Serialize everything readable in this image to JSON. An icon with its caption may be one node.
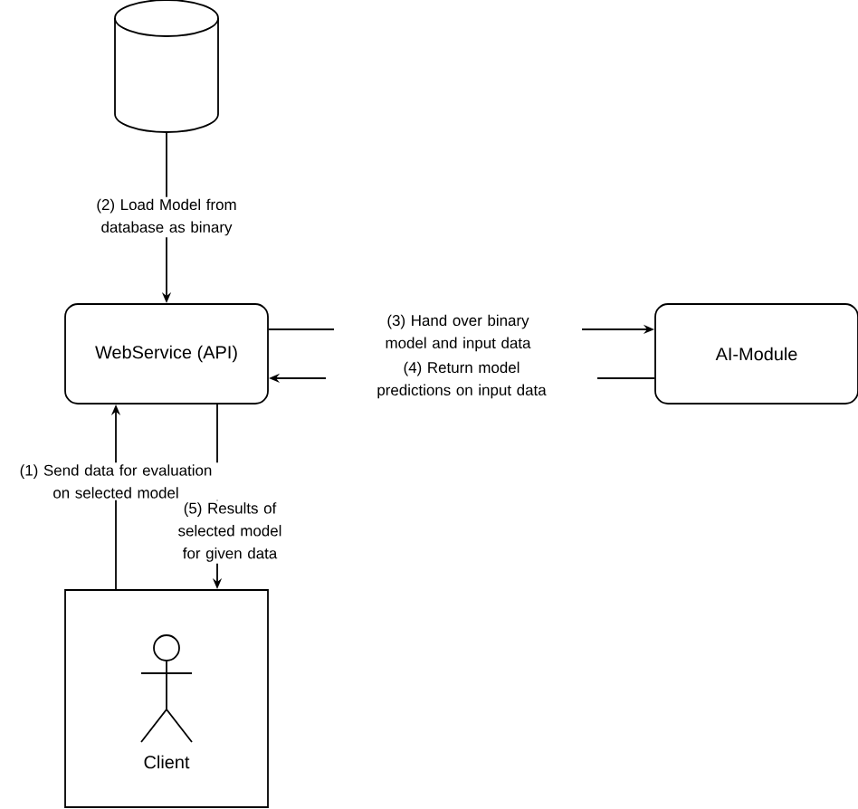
{
  "diagram": {
    "nodes": [
      {
        "text": [],
        "shape": "cylinder"
      },
      {
        "text": [
          "WebService (API)"
        ]
      },
      {
        "text": [
          "AI-Module"
        ]
      },
      {
        "text": [
          "Client"
        ]
      }
    ],
    "edges": [
      {
        "from": 0,
        "to": 1,
        "arrow": "to",
        "label": "(2) Load Model from database as binary"
      },
      {
        "from": 1,
        "to": 2,
        "arrow": "to",
        "label": "(3) Hand over binary model and input data"
      },
      {
        "from": 2,
        "to": 1,
        "arrow": "to",
        "label": "(4) Return model predictions on input data"
      },
      {
        "from": 3,
        "to": 1,
        "arrow": "to",
        "label": "(1) Send data for evaluation on selected model"
      },
      {
        "from": 1,
        "to": 3,
        "arrow": "to",
        "label": "(5) Results of selected model for given data"
      }
    ]
  }
}
